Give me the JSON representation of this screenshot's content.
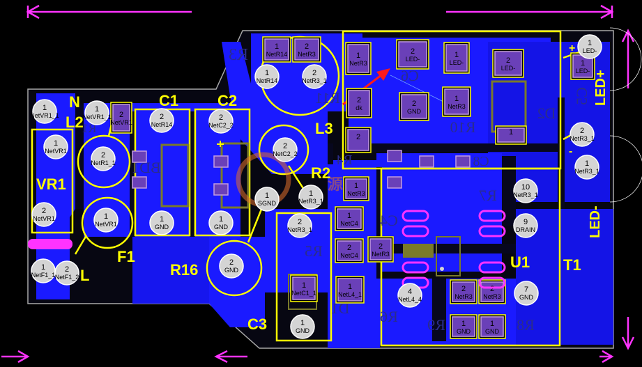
{
  "colors": {
    "background": "#000000",
    "copper_bottom": "#1a1aff",
    "copper_dark": "#0d0db0",
    "silkscreen_top": "#ffff00",
    "silkscreen_bottom": "#2b2d8c",
    "pad_ring": "#d4d4d4",
    "smd_pad": "#6a40b8",
    "pad_outline": "#c39be0",
    "marker": "#ff33ff",
    "board_outline": "#b0b0b0",
    "arrow_annotation": "#ff1a1a"
  },
  "top_labels": [
    {
      "id": "N",
      "text": "N"
    },
    {
      "id": "L2",
      "text": "L2"
    },
    {
      "id": "C1",
      "text": "C1"
    },
    {
      "id": "C2",
      "text": "C2"
    },
    {
      "id": "VR1",
      "text": "VR1"
    },
    {
      "id": "F1",
      "text": "F1"
    },
    {
      "id": "L",
      "text": "L"
    },
    {
      "id": "R16",
      "text": "R16"
    },
    {
      "id": "C3",
      "text": "C3"
    },
    {
      "id": "L3",
      "text": "L3"
    },
    {
      "id": "R2",
      "text": "R2"
    },
    {
      "id": "T1",
      "text": "T1"
    },
    {
      "id": "U1",
      "text": "U1"
    },
    {
      "id": "LEDP",
      "text": "LED+"
    },
    {
      "id": "LEDN",
      "text": "LED-"
    },
    {
      "id": "plus",
      "text": "+"
    },
    {
      "id": "minus",
      "text": "-"
    }
  ],
  "bottom_labels": [
    {
      "id": "R3",
      "text": "R3"
    },
    {
      "id": "R11",
      "text": "R11"
    },
    {
      "id": "C6",
      "text": "C6"
    },
    {
      "id": "R10",
      "text": "R10"
    },
    {
      "id": "D2",
      "text": "D2"
    },
    {
      "id": "C5",
      "text": "C5"
    },
    {
      "id": "BD1",
      "text": "BD1"
    },
    {
      "id": "R4",
      "text": "R4"
    },
    {
      "id": "C8",
      "text": "C8"
    },
    {
      "id": "R7",
      "text": "R7"
    },
    {
      "id": "C4",
      "text": "C4"
    },
    {
      "id": "R5",
      "text": "R5"
    },
    {
      "id": "D1",
      "text": "D1"
    },
    {
      "id": "R6",
      "text": "R6"
    },
    {
      "id": "R9",
      "text": "R9"
    },
    {
      "id": "R8",
      "text": "R8"
    },
    {
      "id": "R1",
      "text": "R1"
    }
  ],
  "through_pads": [
    {
      "num": "1",
      "net": "NetVR1_1"
    },
    {
      "num": "1",
      "net": "NetVR1"
    },
    {
      "num": "2",
      "net": "NetVR1"
    },
    {
      "num": "1",
      "net": "NetF1_1"
    },
    {
      "num": "2",
      "net": "NetF1_2"
    },
    {
      "num": "1",
      "net": "NetVR1_1"
    },
    {
      "num": "2",
      "net": "NetR1_1"
    },
    {
      "num": "1",
      "net": "NetVR1"
    },
    {
      "num": "2",
      "net": "NetR14"
    },
    {
      "num": "1",
      "net": "GND"
    },
    {
      "num": "2",
      "net": "NetC2_2"
    },
    {
      "num": "1",
      "net": "GND"
    },
    {
      "num": "1",
      "net": "NetR14"
    },
    {
      "num": "2",
      "net": "NetR3_1"
    },
    {
      "num": "2",
      "net": "NetC2_2"
    },
    {
      "num": "1",
      "net": "SGND"
    },
    {
      "num": "1",
      "net": "NetR3_1"
    },
    {
      "num": "2",
      "net": "GND"
    },
    {
      "num": "2",
      "net": "NetR3_1"
    },
    {
      "num": "1",
      "net": "GND"
    },
    {
      "num": "4",
      "net": "NetL4_4"
    },
    {
      "num": "7",
      "net": "GND"
    },
    {
      "num": "10",
      "net": "NetR3_1"
    },
    {
      "num": "9",
      "net": "DRAIN"
    },
    {
      "num": "1",
      "net": "LED-"
    },
    {
      "num": "2",
      "net": "NetR3_1"
    },
    {
      "num": "1",
      "net": "NetR3_1"
    }
  ],
  "smd_pads": [
    {
      "num": "2",
      "net": "NetVR1"
    },
    {
      "num": "1",
      "net": "NetR14"
    },
    {
      "num": "2",
      "net": "NetR3"
    },
    {
      "num": "1",
      "net": "NetR3"
    },
    {
      "num": "2",
      "net": "LED-"
    },
    {
      "num": "1",
      "net": "LED-"
    },
    {
      "num": "2",
      "net": "LED-"
    },
    {
      "num": "1",
      "net": "LED-"
    },
    {
      "num": "2",
      "net": "dk"
    },
    {
      "num": "2",
      "net": "GND"
    },
    {
      "num": "1",
      "net": "NetR3"
    },
    {
      "num": "2",
      "net": ""
    },
    {
      "num": "1",
      "net": ""
    },
    {
      "num": "1",
      "net": "NetR3"
    },
    {
      "num": "1",
      "net": "NetC4"
    },
    {
      "num": "2",
      "net": "NetC4"
    },
    {
      "num": "2",
      "net": "NetR3"
    },
    {
      "num": "1",
      "net": "NetC1_1"
    },
    {
      "num": "1",
      "net": "NetL4_1"
    },
    {
      "num": "2",
      "net": "NetR3"
    },
    {
      "num": "1",
      "net": "GND"
    },
    {
      "num": "2",
      "net": "NetR3"
    },
    {
      "num": "1",
      "net": "GND"
    }
  ]
}
